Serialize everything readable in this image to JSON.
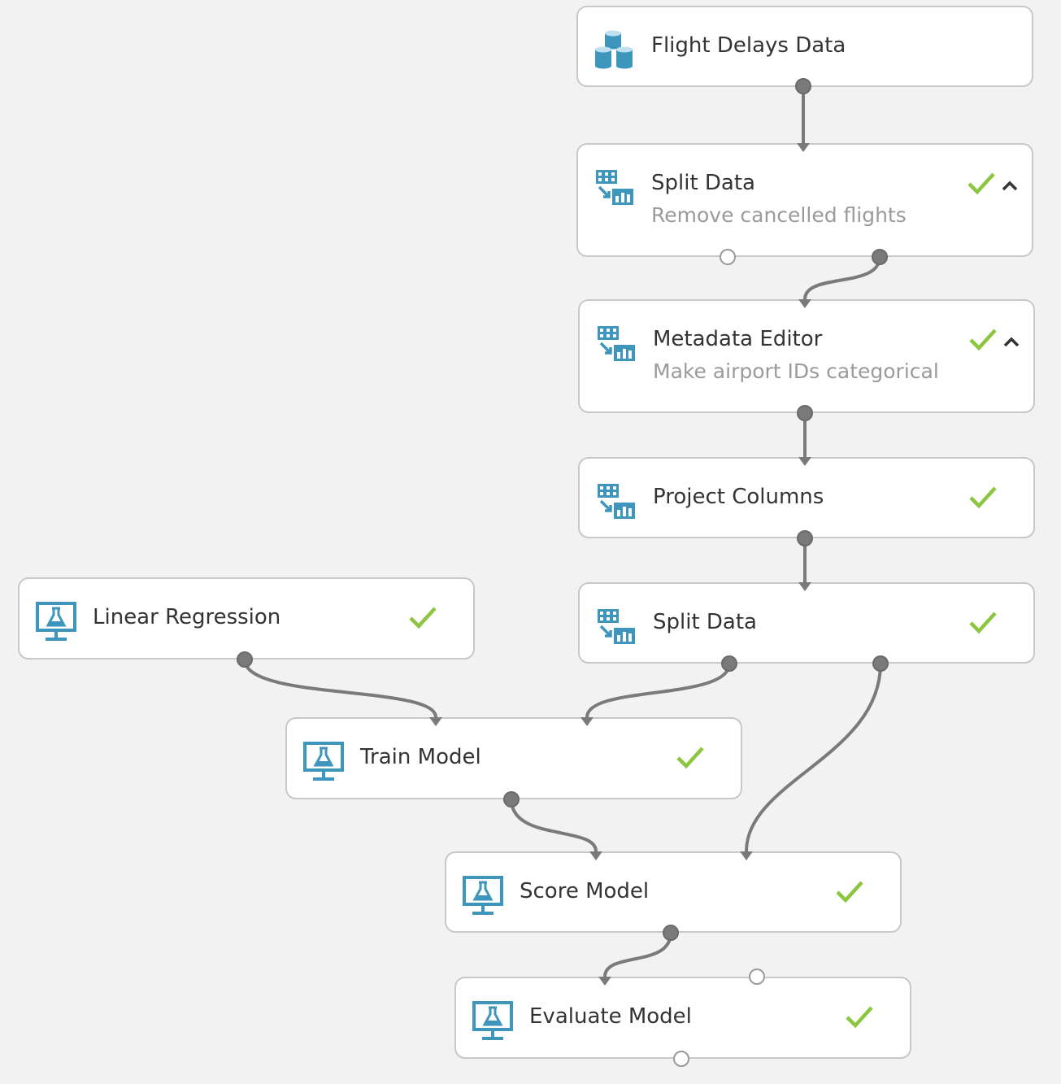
{
  "experiment": {
    "nodes": [
      {
        "id": "flight-delays-data",
        "icon": "dataset-icon",
        "title": "Flight Delays Data",
        "subtitle": "",
        "status": "none",
        "expanded": false
      },
      {
        "id": "split-data-1",
        "icon": "data-transform-icon",
        "title": "Split Data",
        "subtitle": "Remove cancelled flights",
        "status": "completed",
        "expanded": true
      },
      {
        "id": "metadata-editor",
        "icon": "data-transform-icon",
        "title": "Metadata Editor",
        "subtitle": "Make airport IDs categorical",
        "status": "completed",
        "expanded": true
      },
      {
        "id": "project-columns",
        "icon": "data-transform-icon",
        "title": "Project Columns",
        "subtitle": "",
        "status": "completed",
        "expanded": false
      },
      {
        "id": "split-data-2",
        "icon": "data-transform-icon",
        "title": "Split Data",
        "subtitle": "",
        "status": "completed",
        "expanded": false
      },
      {
        "id": "linear-regression",
        "icon": "machine-learning-icon",
        "title": "Linear Regression",
        "subtitle": "",
        "status": "completed",
        "expanded": false
      },
      {
        "id": "train-model",
        "icon": "machine-learning-icon",
        "title": "Train Model",
        "subtitle": "",
        "status": "completed",
        "expanded": false
      },
      {
        "id": "score-model",
        "icon": "machine-learning-icon",
        "title": "Score Model",
        "subtitle": "",
        "status": "completed",
        "expanded": false
      },
      {
        "id": "evaluate-model",
        "icon": "machine-learning-icon",
        "title": "Evaluate Model",
        "subtitle": "",
        "status": "completed",
        "expanded": false
      }
    ],
    "connections": [
      {
        "from": "flight-delays-data",
        "to": "split-data-1"
      },
      {
        "from": "split-data-1",
        "to": "metadata-editor"
      },
      {
        "from": "metadata-editor",
        "to": "project-columns"
      },
      {
        "from": "project-columns",
        "to": "split-data-2"
      },
      {
        "from": "linear-regression",
        "to": "train-model"
      },
      {
        "from": "split-data-2",
        "to": "train-model"
      },
      {
        "from": "train-model",
        "to": "score-model"
      },
      {
        "from": "split-data-2",
        "to": "score-model"
      },
      {
        "from": "score-model",
        "to": "evaluate-model"
      }
    ]
  },
  "colors": {
    "icon_blue": "#3e96bd",
    "check_green": "#8cc63f",
    "wire": "#7a7a7a",
    "node_border": "#c8c8c8",
    "canvas": "#f2f2f2"
  }
}
